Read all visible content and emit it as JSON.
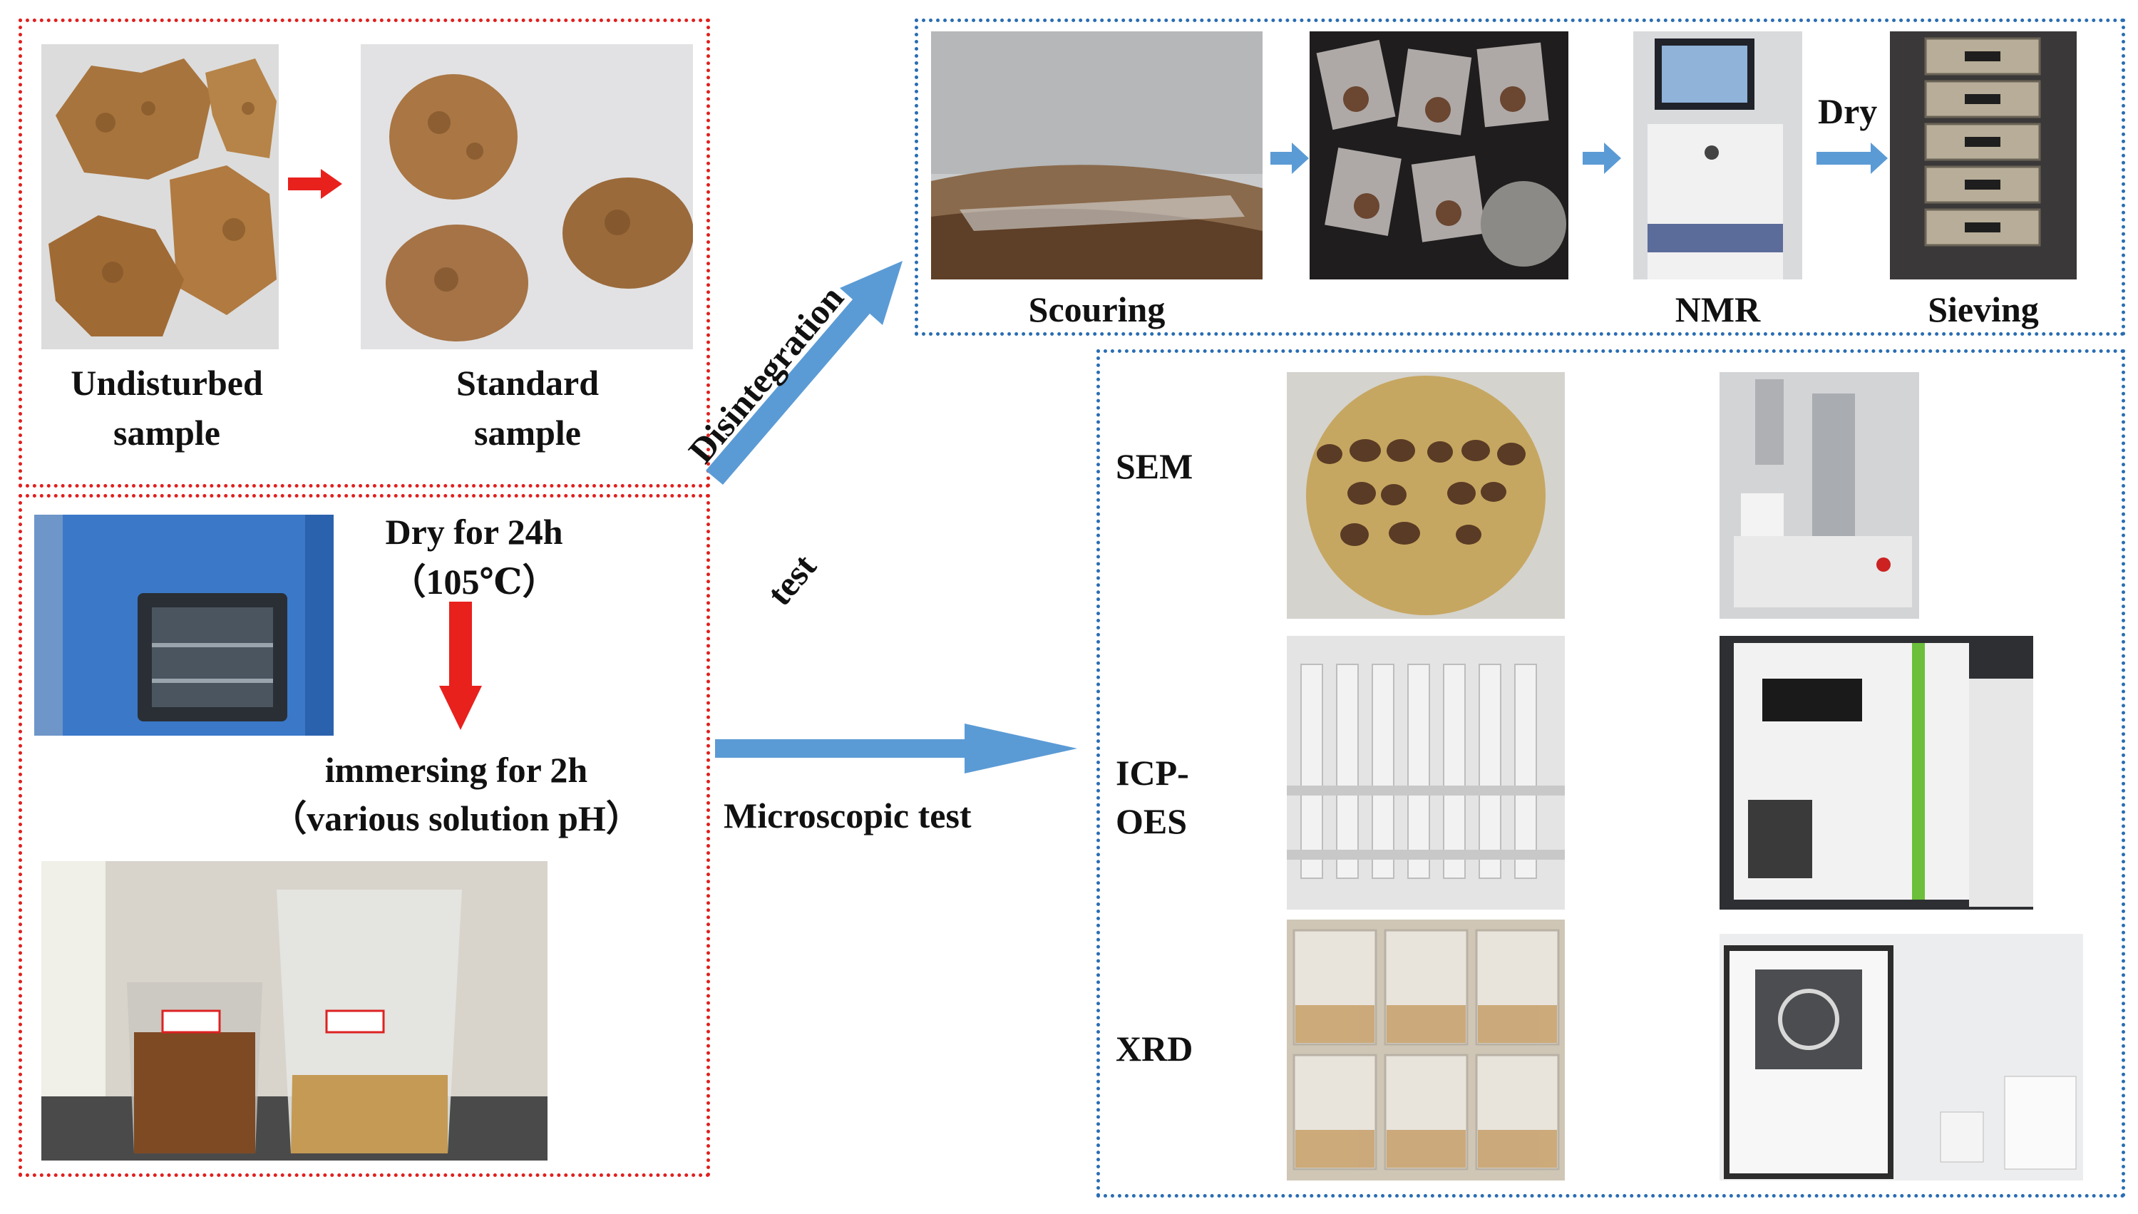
{
  "sample_prep": {
    "undisturbed_line1": "Undisturbed",
    "undisturbed_line2": "sample",
    "standard_line1": "Standard",
    "standard_line2": "sample"
  },
  "treatment": {
    "dry_line1": "Dry for 24h",
    "dry_line2": "（105℃）",
    "immerse_line1": "immersing for 2h",
    "immerse_line2": "（various solution pH）"
  },
  "disintegration": {
    "arrow_label_line1": "Disintegration",
    "arrow_label_line2": "test",
    "steps": [
      "Scouring",
      "NMR",
      "Sieving"
    ],
    "dry_label": "Dry"
  },
  "microscopic": {
    "arrow_label": "Microscopic test",
    "methods": [
      "SEM",
      "ICP-",
      "OES",
      "XRD"
    ]
  },
  "colors": {
    "red_border": "#e0201e",
    "blue_border": "#2a6db3",
    "blue_arrow": "#5b9bd5",
    "red_arrow": "#e8211d"
  },
  "icons": {
    "soil": "soil-sample-photo",
    "oven": "drying-oven-photo",
    "beakers": "beaker-photo",
    "bags": "sample-bags-photo",
    "nmr": "nmr-machine-photo",
    "sieve": "sieve-stack-photo",
    "sem": "sem-instrument-photo",
    "tubes": "test-tubes-photo",
    "icp": "icp-oes-instrument-photo",
    "xrd": "xrd-instrument-photo"
  }
}
